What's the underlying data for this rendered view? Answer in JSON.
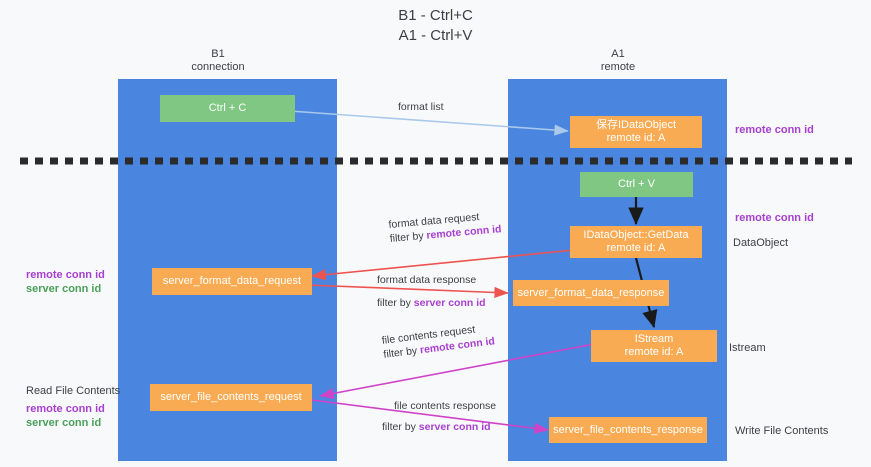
{
  "title": {
    "line1": "B1 - Ctrl+C",
    "line2": "A1 - Ctrl+V"
  },
  "columns": [
    {
      "id": "b1",
      "name": "B1",
      "sub": "connection"
    },
    {
      "id": "a1",
      "name": "A1",
      "sub": "remote"
    }
  ],
  "boxes": {
    "ctrl_c": "Ctrl + C",
    "ctrl_v": "Ctrl + V",
    "save_idataobject_l1": "保存IDataObject",
    "save_idataobject_l2": "remote id: A",
    "getdata_l1": "IDataObject::GetData",
    "getdata_l2": "remote id: A",
    "istream_l1": "IStream",
    "istream_l2": "remote id: A",
    "server_format_data_request": "server_format_data_request",
    "server_format_data_response": "server_format_data_response",
    "server_file_contents_request": "server_file_contents_request",
    "server_file_contents_response": "server_file_contents_response"
  },
  "edges": {
    "format_list": "format list",
    "format_data_request": "format data request",
    "format_data_request_filter_pre": "filter by ",
    "format_data_request_filter_key": "remote conn id",
    "format_data_response": "format data response",
    "format_data_response_filter_pre": "filter by ",
    "format_data_response_filter_key": "server conn id",
    "file_contents_request": "file contents request",
    "file_contents_request_filter_pre": "filter by ",
    "file_contents_request_filter_key": "remote conn id",
    "file_contents_response": "file contents response",
    "file_contents_response_filter_pre": "filter by ",
    "file_contents_response_filter_key": "server conn id"
  },
  "side_labels": {
    "right_remote_conn_id_top": "remote conn id",
    "right_remote_conn_id_mid": "remote conn id",
    "right_dataobject": "DataObject",
    "right_istream": "Istream",
    "right_write_file_contents": "Write File Contents",
    "left_remote_conn_id_1": "remote conn id",
    "left_server_conn_id_1": "server conn id",
    "left_read_file_contents": "Read File Contents",
    "left_remote_conn_id_2": "remote conn id",
    "left_server_conn_id_2": "server conn id"
  },
  "colors": {
    "column": "#4a86e0",
    "box_orange": "#f9ab53",
    "box_green": "#81c784",
    "arrow_blue": "#a9c8ea",
    "arrow_red": "#ef5350",
    "arrow_magenta": "#d043c8",
    "arrow_black": "#1a1a1a",
    "accent_purple": "#a83fd0",
    "accent_green": "#4aa05a",
    "background": "#f8f9fa"
  }
}
